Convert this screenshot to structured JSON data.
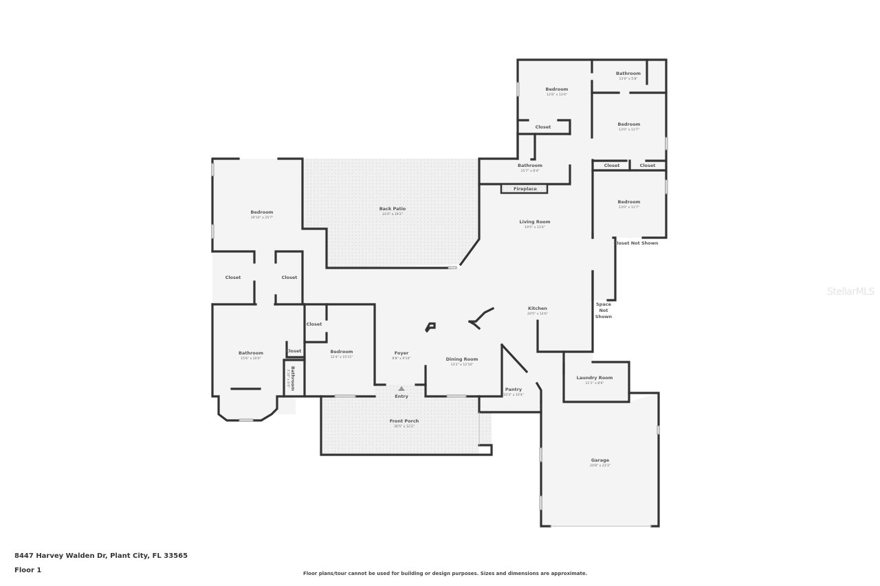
{
  "listing": {
    "address": "8447 Harvey Walden Dr, Plant City, FL 33565",
    "floor": "Floor 1",
    "disclaimer": "Floor plans/tour cannot be used for building or design purposes. Sizes and dimensions are approximate.",
    "watermark": "StellarMLS"
  },
  "rooms": [
    {
      "id": "bedroom_ne1",
      "name": "Bedroom",
      "dims": "12'8\" x 13'0\""
    },
    {
      "id": "bathroom_ne",
      "name": "Bathroom",
      "dims": "13'0\" x 5'8\""
    },
    {
      "id": "bedroom_ne2",
      "name": "Bedroom",
      "dims": "13'0\" x 11'7\""
    },
    {
      "id": "closet_ne1",
      "name": "Closet",
      "dims": ""
    },
    {
      "id": "bathroom_mid",
      "name": "Bathroom",
      "dims": "15'7\" x 8'4\""
    },
    {
      "id": "closet_ne2",
      "name": "Closet",
      "dims": ""
    },
    {
      "id": "closet_ne3",
      "name": "Closet",
      "dims": ""
    },
    {
      "id": "bedroom_ne3",
      "name": "Bedroom",
      "dims": "13'0\" x 11'7\""
    },
    {
      "id": "fireplace",
      "name": "Fireplace",
      "dims": ""
    },
    {
      "id": "closet_not_shown",
      "name": "Closet Not Shown",
      "dims": ""
    },
    {
      "id": "bedroom_master",
      "name": "Bedroom",
      "dims": "19'10\" x 25'7\""
    },
    {
      "id": "back_patio",
      "name": "Back Patio",
      "dims": "31'0\" x 19'2\""
    },
    {
      "id": "living_room",
      "name": "Living Room",
      "dims": "19'5\" x 13'4\""
    },
    {
      "id": "closet_w1",
      "name": "Closet",
      "dims": ""
    },
    {
      "id": "closet_w2",
      "name": "Closet",
      "dims": ""
    },
    {
      "id": "kitchen",
      "name": "Kitchen",
      "dims": "20'5\" x 14'6\""
    },
    {
      "id": "space_not_shown",
      "name": "Space Not Shown",
      "dims": ""
    },
    {
      "id": "closet_w3",
      "name": "Closet",
      "dims": ""
    },
    {
      "id": "bathroom_master",
      "name": "Bathroom",
      "dims": "15'6\" x 20'4\""
    },
    {
      "id": "closet_w4",
      "name": "Closet",
      "dims": ""
    },
    {
      "id": "bedroom_w",
      "name": "Bedroom",
      "dims": "12'4\" x 15'11\""
    },
    {
      "id": "foyer",
      "name": "Foyer",
      "dims": "8'8\" x 9'10\""
    },
    {
      "id": "dining_room",
      "name": "Dining Room",
      "dims": "13'2\" x 12'10\""
    },
    {
      "id": "bathroom_small",
      "name": "Bathroom",
      "dims": "3'10\" x 6'0\""
    },
    {
      "id": "laundry",
      "name": "Laundry Room",
      "dims": "11'1\" x 8'6\""
    },
    {
      "id": "pantry",
      "name": "Pantry",
      "dims": "10'3\" x 10'4\""
    },
    {
      "id": "entry",
      "name": "Entry",
      "dims": ""
    },
    {
      "id": "front_porch",
      "name": "Front Porch",
      "dims": "30'5\" x 12'2\""
    },
    {
      "id": "garage",
      "name": "Garage",
      "dims": "20'8\" x 23'3\""
    }
  ],
  "colors": {
    "wall": "#333333",
    "floor": "#f4f4f4",
    "outdoor": "#eeeeee",
    "text": "#555555"
  }
}
